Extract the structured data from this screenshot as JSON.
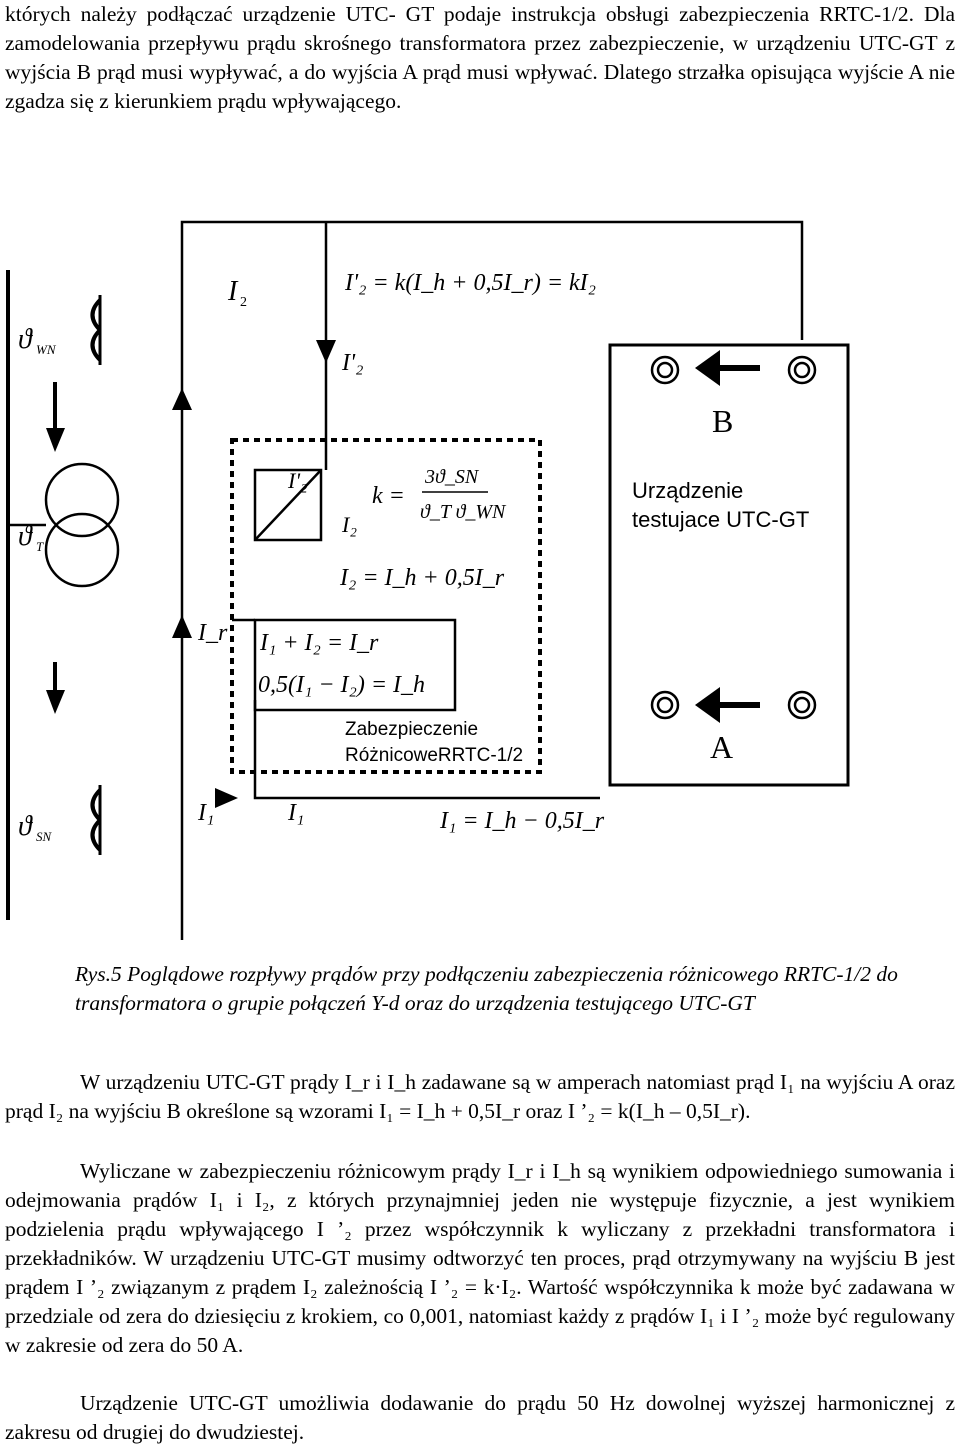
{
  "top_text": "których należy podłączać urządzenie UTC- GT podaje instrukcja obsługi zabezpieczenia RRTC-1/2. Dla zamodelowania przepływu prądu skrośnego transformatora przez zabezpieczenie, w urządzeniu UTC-GT z wyjścia B prąd musi wypływać, a do wyjścia A prąd musi wpływać. Dlatego strzałka opisująca wyjście A nie zgadza się z kierunkiem prądu wpływającego.",
  "diagram": {
    "theta_wn": "ϑ",
    "theta_wn_sub": "WN",
    "theta_t": "ϑ",
    "theta_t_sub": "T",
    "theta_sn": "ϑ",
    "theta_sn_sub": "SN",
    "i2_top": "I",
    "i2_top_sub": "2",
    "i2p_formula": "I'₂ = k(I_h + 0,5I_r) = kI₂",
    "i2p_arrow_label": "I'₂",
    "relay_ratio_top": "I'₂",
    "relay_ratio_bottom": "I₂",
    "k_formula_lhs": "k =",
    "k_formula_num": "3ϑ_SN",
    "k_formula_den": "ϑ_T ϑ_WN",
    "i2_eq": "I₂ = I_h + 0,5I_r",
    "ir_label": "I_r",
    "sum_eq": "I₁ + I₂ = I_r",
    "diff_eq": "0,5(I₁ − I₂) = I_h",
    "relay_name_line1": "Zabezpieczenie",
    "relay_name_line2": "RóżnicoweRRTC-1/2",
    "i1_left": "I₁",
    "i1_right": "I₁",
    "i1_eq": "I₁ = I_h − 0,5I_r",
    "device_label_line1": "Urządzenie",
    "device_label_line2": "testujace UTC-GT",
    "output_b": "B",
    "output_a": "A"
  },
  "caption": "Rys.5 Poglądowe rozpływy prądów przy podłączeniu zabezpieczenia różnicowego RRTC-1/2 do transformatora o grupie połączeń Y-d oraz do urządzenia testującego UTC-GT",
  "para1": "W urządzeniu UTC-GT prądy I_r i I_h zadawane są w amperach natomiast prąd I₁ na wyjściu A oraz prąd I₂ na wyjściu B określone są wzorami I₁ = I_h + 0,5I_r oraz I ’₂ = k(I_h – 0,5I_r).",
  "para2": "Wyliczane w zabezpieczeniu różnicowym prądy I_r i I_h są wynikiem odpowiedniego sumowania i odejmowania prądów I₁ i I₂, z których przynajmniej jeden nie występuje fizycznie, a jest wynikiem podzielenia prądu wpływającego I ’₂ przez współczynnik k wyliczany z przekładni transformatora i przekładników. W urządzeniu UTC-GT musimy odtworzyć ten proces, prąd otrzymywany na wyjściu B jest prądem I ’₂ związanym z prądem I₂ zależnością I ’₂ = k·I₂. Wartość współczynnika k może być zadawana w przedziale od zera do dziesięciu z krokiem, co 0,001, natomiast każdy z prądów I₁ i I ’₂ może być regulowany w zakresie od zera do 50 A.",
  "para3": "Urządzenie UTC-GT umożliwia dodawanie do prądu 50 Hz dowolnej wyższej harmonicznej z zakresu od drugiej do dwudziestej."
}
